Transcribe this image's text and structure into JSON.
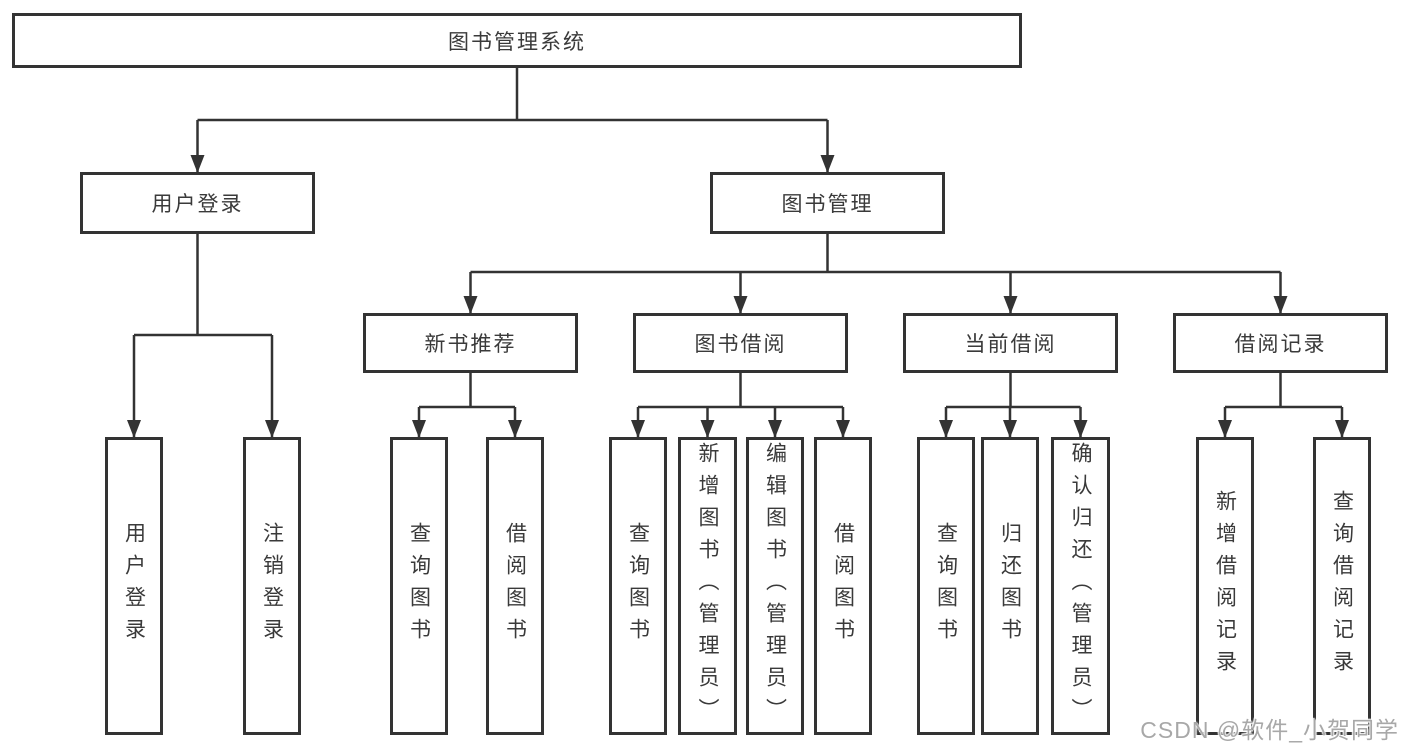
{
  "colors": {
    "line": "#333333",
    "text": "#3a3a3a",
    "bg": "#ffffff",
    "watermark": "#a8a8a8"
  },
  "watermark": {
    "text": "CSDN @软件_小贺同学"
  },
  "tree": {
    "label": "图书管理系统",
    "children": [
      {
        "label": "用户登录",
        "children": [
          {
            "label": "用户登录"
          },
          {
            "label": "注销登录"
          }
        ]
      },
      {
        "label": "图书管理",
        "children": [
          {
            "label": "新书推荐",
            "children": [
              {
                "label": "查询图书"
              },
              {
                "label": "借阅图书"
              }
            ]
          },
          {
            "label": "图书借阅",
            "children": [
              {
                "label": "查询图书"
              },
              {
                "label": "新增图书（管理员）"
              },
              {
                "label": "编辑图书（管理员）"
              },
              {
                "label": "借阅图书"
              }
            ]
          },
          {
            "label": "当前借阅",
            "children": [
              {
                "label": "查询图书"
              },
              {
                "label": "归还图书"
              },
              {
                "label": "确认归还（管理员）"
              }
            ]
          },
          {
            "label": "借阅记录",
            "children": [
              {
                "label": "新增借阅记录"
              },
              {
                "label": "查询借阅记录"
              }
            ]
          }
        ]
      }
    ]
  }
}
